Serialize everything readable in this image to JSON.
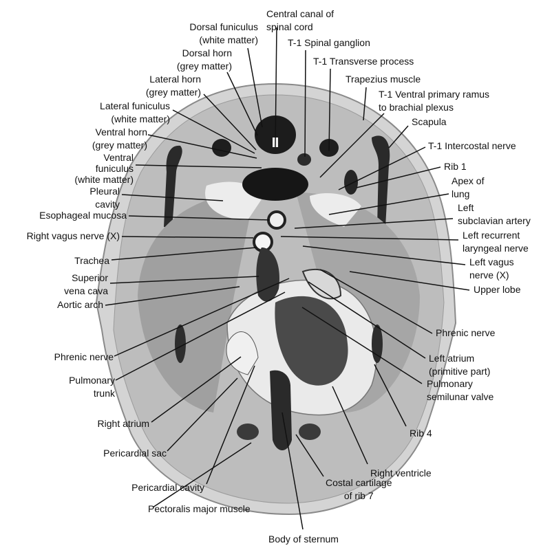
{
  "labels": {
    "central_canal": [
      "Central canal of",
      "spinal cord"
    ],
    "dorsal_funiculus": [
      "Dorsal funiculus",
      "(white matter)"
    ],
    "t1_spinal_ganglion": "T-1 Spinal ganglion",
    "dorsal_horn": [
      "Dorsal horn",
      "(grey matter)"
    ],
    "t1_transverse_process": "T-1 Transverse process",
    "lateral_horn": [
      "Lateral horn",
      "(grey matter)"
    ],
    "trapezius_muscle": "Trapezius muscle",
    "t1_ventral_ramus": [
      "T-1 Ventral primary ramus",
      "to brachial plexus"
    ],
    "lateral_funiculus": [
      "Lateral funiculus",
      "(white matter)"
    ],
    "scapula": "Scapula",
    "ventral_horn": [
      "Ventral horn",
      "(grey matter)"
    ],
    "t1_intercostal_nerve": "T-1 Intercostal nerve",
    "ventral_funiculus": [
      "Ventral",
      "funiculus",
      "(white matter)"
    ],
    "rib_1": "Rib 1",
    "apex_of_lung": [
      "Apex of",
      "lung"
    ],
    "pleural_cavity": [
      "Pleural",
      "cavity"
    ],
    "esophageal_mucosa": "Esophageal mucosa",
    "left_subclavian_artery": [
      "Left",
      "subclavian artery"
    ],
    "right_vagus_nerve": "Right vagus nerve (X)",
    "left_recurrent_laryngeal_nerve": [
      "Left recurrent",
      "laryngeal nerve"
    ],
    "trachea": "Trachea",
    "left_vagus_nerve": [
      "Left vagus",
      "nerve (X)"
    ],
    "superior_vena_cava": [
      "Superior",
      "vena cava"
    ],
    "upper_lobe": "Upper lobe",
    "aortic_arch": "Aortic arch",
    "phrenic_nerve_right_side": "Phrenic nerve",
    "phrenic_nerve_left_side": "Phrenic nerve",
    "left_atrium": [
      "Left atrium",
      "(primitive part)"
    ],
    "pulmonary_trunk": [
      "Pulmonary",
      "trunk"
    ],
    "pulmonary_semilunar_valve": [
      "Pulmonary",
      "semilunar valve"
    ],
    "right_atrium": "Right atrium",
    "rib_4": "Rib 4",
    "pericardial_sac": "Pericardial sac",
    "right_ventricle": "Right ventricle",
    "pericardial_cavity": "Pericardial cavity",
    "costal_cartilage": [
      "Costal cartilage",
      "of rib 7"
    ],
    "pectoralis_major": "Pectoralis major muscle",
    "body_of_sternum": "Body of sternum"
  }
}
